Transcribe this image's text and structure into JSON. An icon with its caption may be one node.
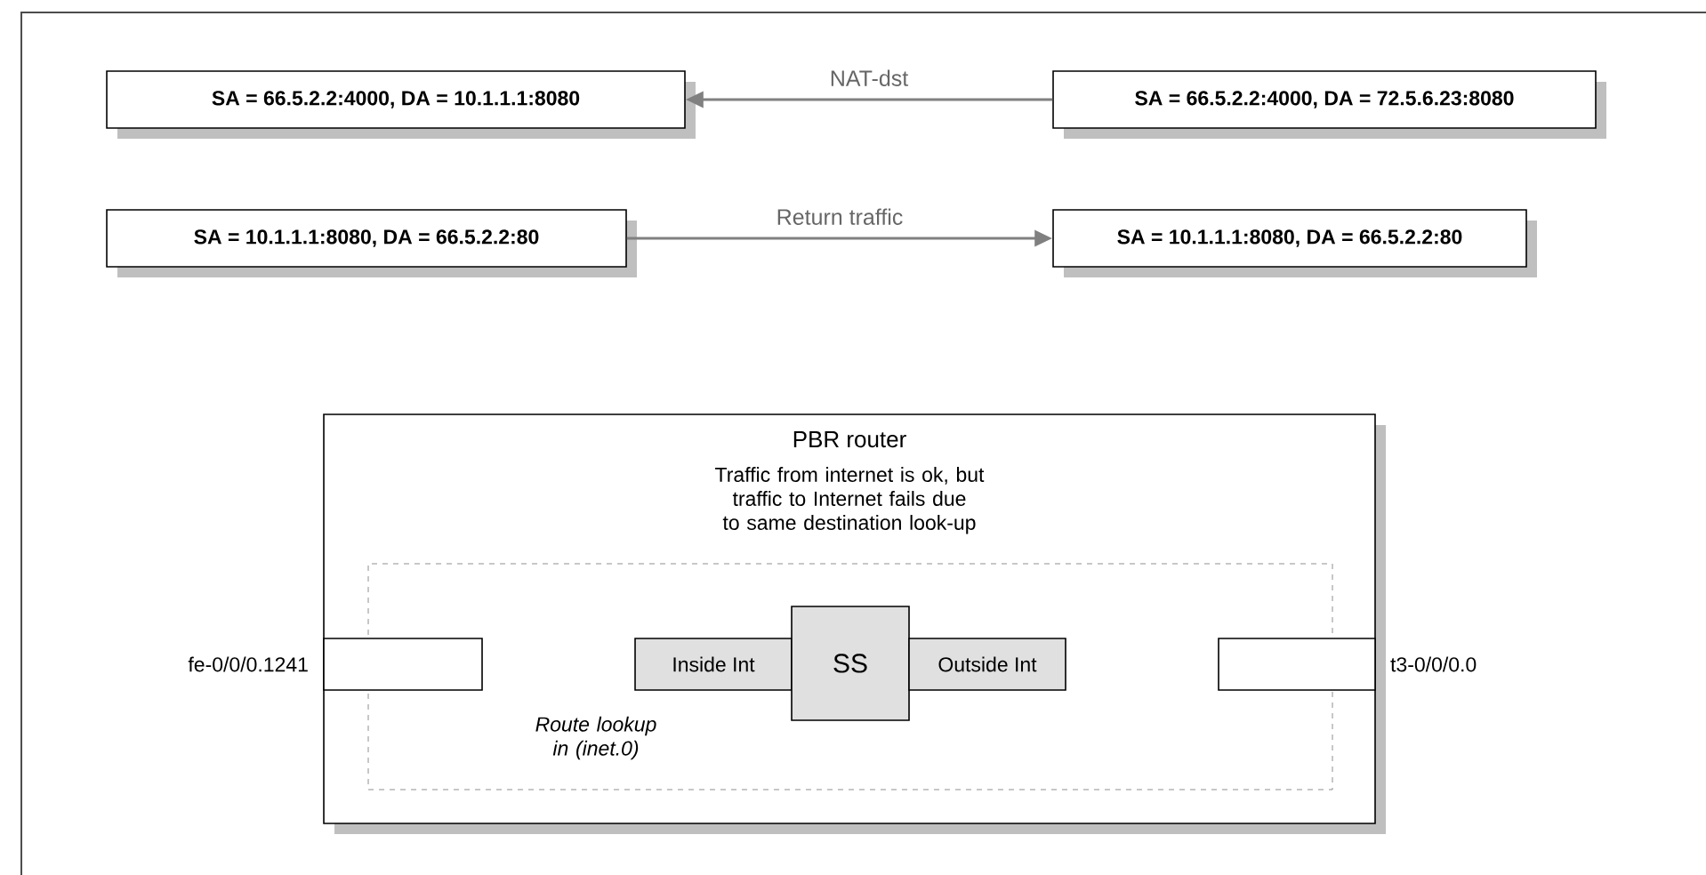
{
  "diagram": {
    "nodes": [
      {
        "text": [
          "SA = 66.5.2.2:4000, DA = 10.1.1.1:8080"
        ]
      },
      {
        "text": [
          "SA = 66.5.2.2:4000, DA = 72.5.6.23:8080"
        ]
      },
      {
        "text": [
          "SA = 10.1.1.1:8080, DA = 66.5.2.2:80"
        ]
      },
      {
        "text": [
          "SA = 10.1.1.1:8080, DA = 66.5.2.2:80"
        ]
      },
      {
        "text": [
          "PBR router",
          "Traffic from internet is ok, but traffic to Internet fails due to same destination look-up"
        ]
      },
      {
        "text": [
          "Route lookup in (inet.0)"
        ],
        "in": 4
      },
      {
        "text": [],
        "shape": "box",
        "beside": [
          "fe-0/0/0.1241"
        ],
        "in": 4
      },
      {
        "text": [
          "Inside Int"
        ],
        "in": 5
      },
      {
        "text": [
          "SS"
        ],
        "in": 5
      },
      {
        "text": [
          "Outside Int"
        ],
        "in": 5
      },
      {
        "text": [],
        "shape": "box",
        "beside": [
          "t3-0/0/0.0"
        ],
        "in": 4
      }
    ],
    "edges": [
      {
        "from": 1,
        "to": 0,
        "arrow": "to",
        "label": "NAT-dst"
      },
      {
        "from": 2,
        "to": 3,
        "arrow": "to",
        "label": "Return traffic"
      }
    ]
  }
}
